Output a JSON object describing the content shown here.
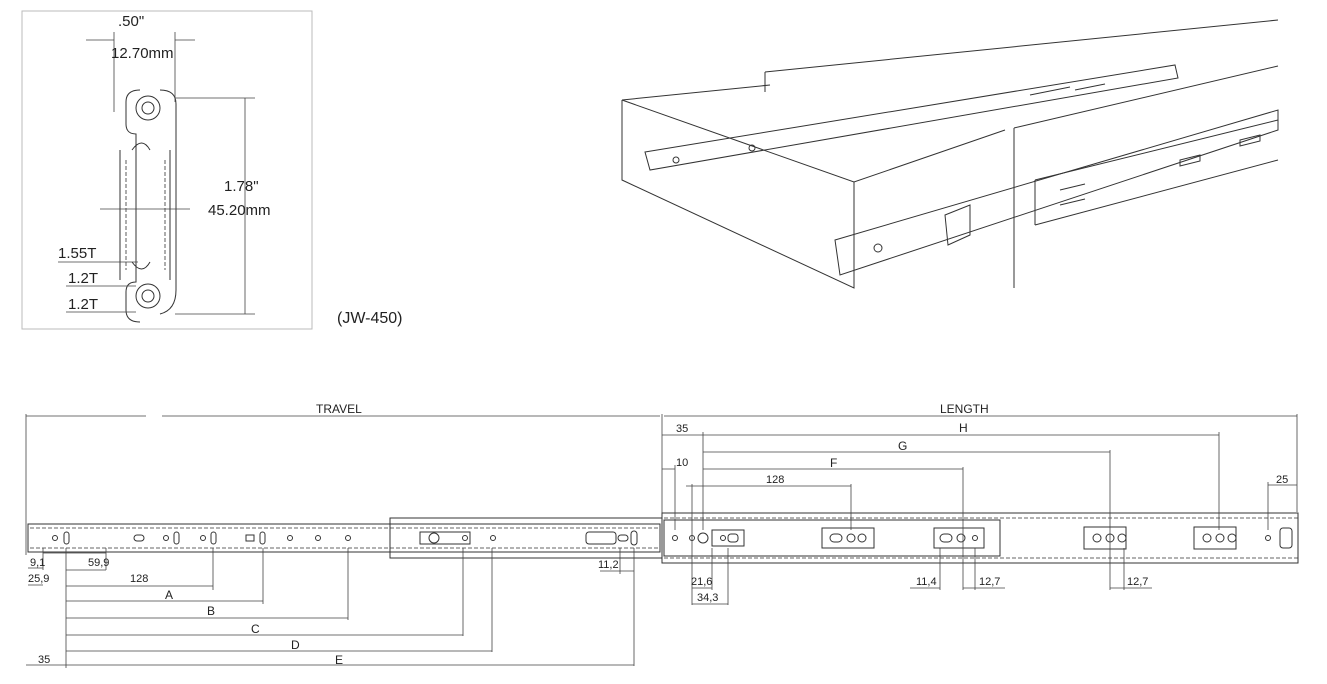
{
  "profile": {
    "width_in": ".50\"",
    "width_mm": "12.70mm",
    "height_in": "1.78\"",
    "height_mm": "45.20mm",
    "thickness_1": "1.55T",
    "thickness_2": "1.2T",
    "thickness_3": "1.2T",
    "model": "(JW-450)"
  },
  "drawing": {
    "travel_label": "TRAVEL",
    "length_label": "LENGTH",
    "left_dims": {
      "d9_1": "9,1",
      "d25_9": "25,9",
      "d59_9": "59,9",
      "d128": "128",
      "A": "A",
      "B": "B",
      "C": "C",
      "D": "D",
      "E": "E",
      "d35": "35",
      "d11_2": "11,2"
    },
    "right_dims": {
      "d35": "35",
      "H": "H",
      "G": "G",
      "F": "F",
      "d10": "10",
      "d128": "128",
      "d25": "25",
      "d21_6": "21,6",
      "d34_3": "34,3",
      "d11_4": "11,4",
      "d12_7a": "12,7",
      "d12_7b": "12,7"
    }
  }
}
